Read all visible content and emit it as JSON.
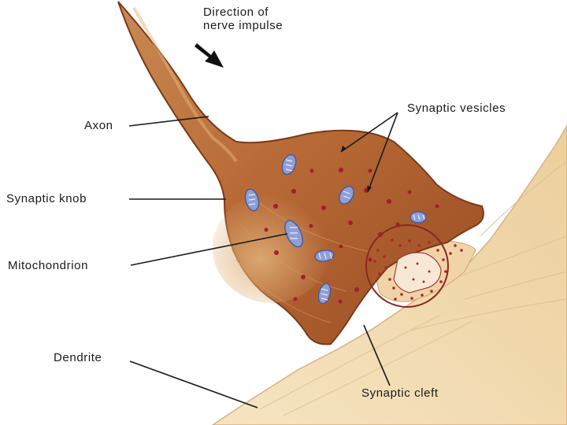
{
  "labels": {
    "direction_line1": "Direction of",
    "direction_line2": "nerve impulse",
    "axon": "Axon",
    "synaptic_knob": "Synaptic knob",
    "mitochondrion": "Mitochondrion",
    "synaptic_vesicles": "Synaptic vesicles",
    "dendrite": "Dendrite",
    "synaptic_cleft": "Synaptic cleft"
  },
  "colors": {
    "knob_brown": "#b86a36",
    "knob_dark": "#8a4220",
    "dendrite_tan": "#f3deb8",
    "mitochondrion_blue": "#8f9fd6",
    "vesicle_red": "#a0202a",
    "leader_line": "#1a1a1a"
  }
}
